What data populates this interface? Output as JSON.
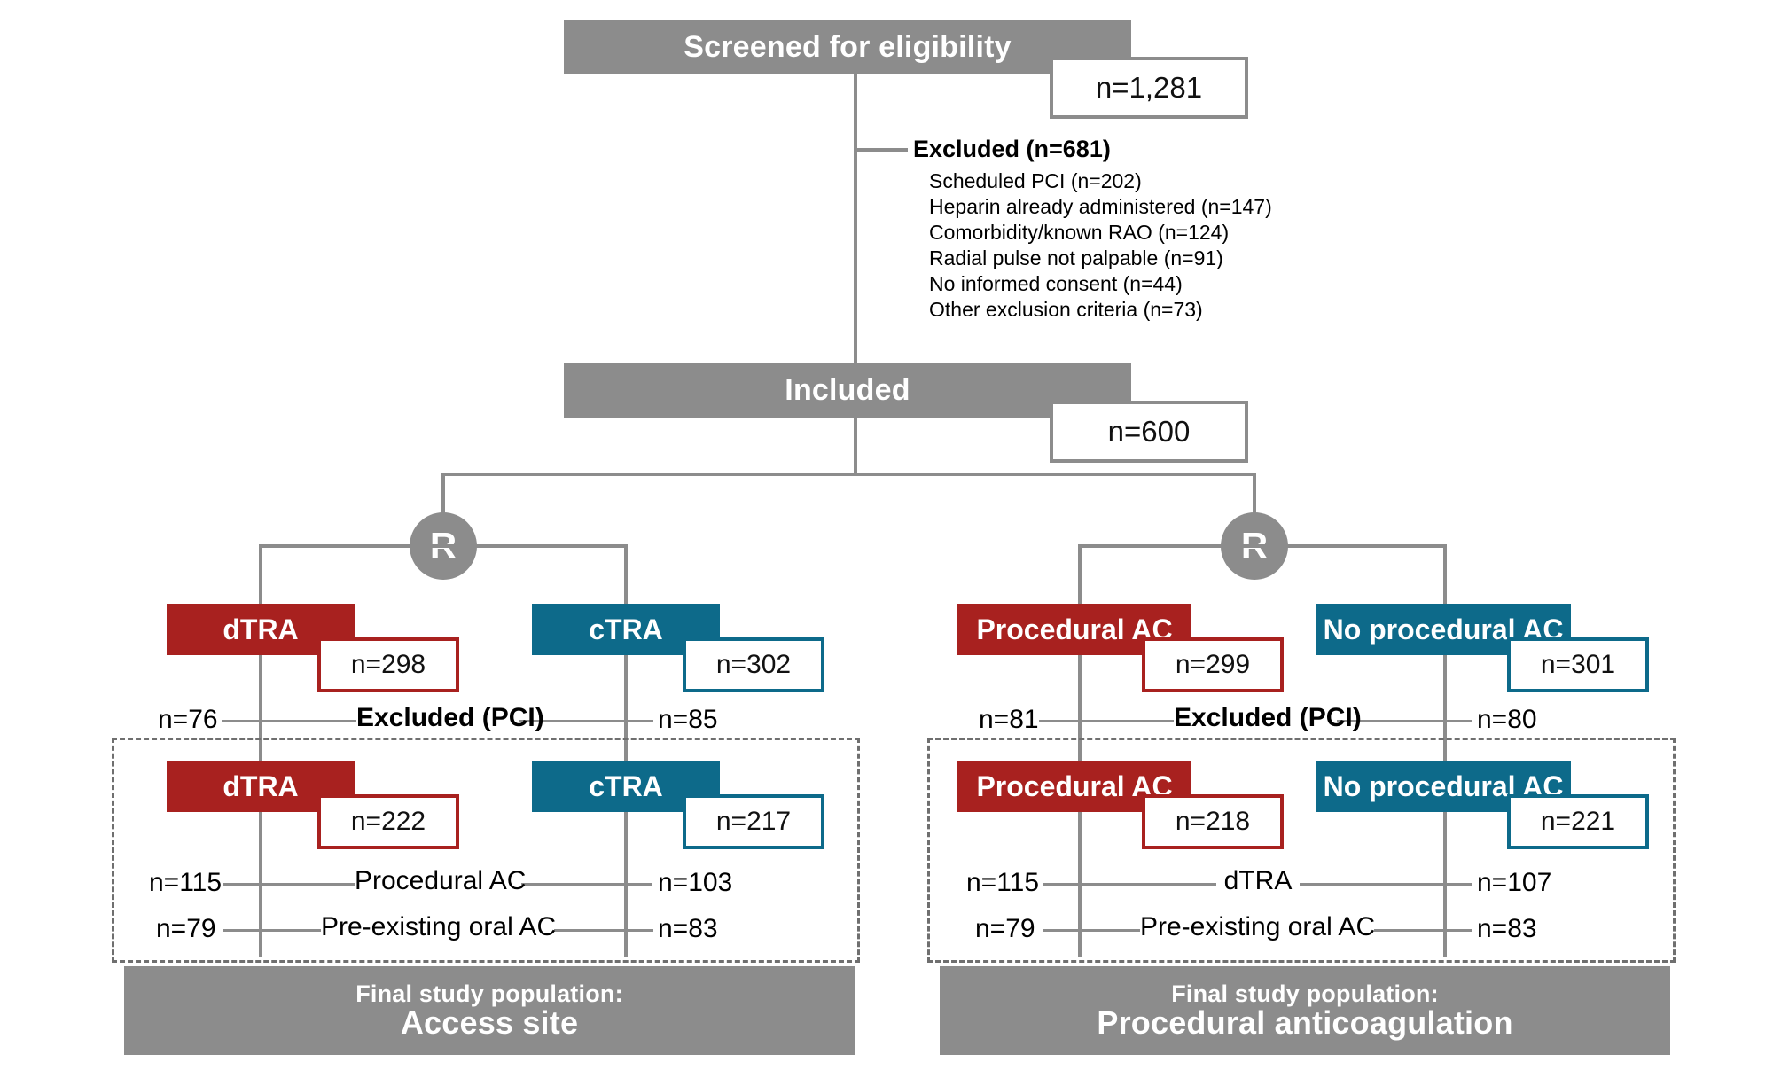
{
  "figure": {
    "type": "consort-flow-diagram",
    "title": "Study flow diagram"
  },
  "colors": {
    "gray": "#8c8c8c",
    "red": "#a8211f",
    "teal": "#0d6a8a",
    "dashed_border": "#6f6f6f",
    "text": "#000000",
    "on_fill_text": "#ffffff"
  },
  "top": {
    "screened_label": "Screened for eligibility",
    "screened_n": "n=1,281",
    "included_label": "Included",
    "included_n": "n=600"
  },
  "excluded": {
    "heading": "Excluded (n=681)",
    "items": [
      "Scheduled PCI (n=202)",
      "Heparin already administered (n=147)",
      "Comorbidity/known RAO (n=124)",
      "Radial pulse not palpable (n=91)",
      "No informed consent (n=44)",
      "Other exclusion criteria (n=73)"
    ]
  },
  "randomisation": {
    "left_label": "R",
    "right_label": "R"
  },
  "left_branch": {
    "name": "Access site randomisation",
    "arm1": {
      "label": "dTRA",
      "n": "n=298",
      "color": "red"
    },
    "arm2": {
      "label": "cTRA",
      "n": "n=302",
      "color": "teal"
    },
    "excluded_row": {
      "label": "Excluded (PCI)",
      "left_n": "n=76",
      "right_n": "n=85"
    },
    "arm1_final": {
      "label": "dTRA",
      "n": "n=222",
      "color": "red"
    },
    "arm2_final": {
      "label": "cTRA",
      "n": "n=217",
      "color": "teal"
    },
    "crossrows": [
      {
        "label": "Procedural AC",
        "left_n": "n=115",
        "right_n": "n=103"
      },
      {
        "label": "Pre-existing oral AC",
        "left_n": "n=79",
        "right_n": "n=83"
      }
    ],
    "footer_line1": "Final study population:",
    "footer_line2": "Access site"
  },
  "right_branch": {
    "name": "Procedural anticoagulation randomisation",
    "arm1": {
      "label": "Procedural AC",
      "n": "n=299",
      "color": "red"
    },
    "arm2": {
      "label": "No procedural AC",
      "n": "n=301",
      "color": "teal"
    },
    "excluded_row": {
      "label": "Excluded (PCI)",
      "left_n": "n=81",
      "right_n": "n=80"
    },
    "arm1_final": {
      "label": "Procedural AC",
      "n": "n=218",
      "color": "red"
    },
    "arm2_final": {
      "label": "No procedural AC",
      "n": "n=221",
      "color": "teal"
    },
    "crossrows": [
      {
        "label": "dTRA",
        "left_n": "n=115",
        "right_n": "n=107"
      },
      {
        "label": "Pre-existing oral AC",
        "left_n": "n=79",
        "right_n": "n=83"
      }
    ],
    "footer_line1": "Final study population:",
    "footer_line2": "Procedural anticoagulation"
  }
}
